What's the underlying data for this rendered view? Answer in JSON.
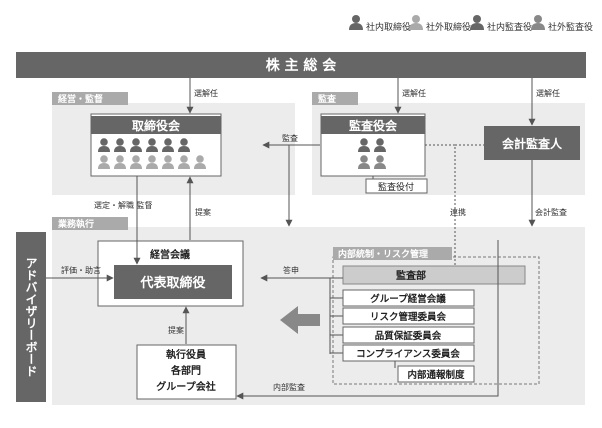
{
  "legend": [
    {
      "label": "社内取締役",
      "color": "#666666"
    },
    {
      "label": "社外取締役",
      "color": "#aaaaaa"
    },
    {
      "label": "社内監査役",
      "color": "#666666"
    },
    {
      "label": "社外監査役",
      "color": "#888888"
    }
  ],
  "shareholders_meeting": "株 主 総 会",
  "areas": {
    "management_supervision": "経営・監督",
    "audit": "監査",
    "execution": "業務執行",
    "internal_control": "内部統制・リスク管理"
  },
  "boxes": {
    "board": "取締役会",
    "auditors_board": "監査役会",
    "accounting_auditor": "会計監査人",
    "auditor_office": "監査役付",
    "management_meeting": "経営会議",
    "representative_director": "代表取締役",
    "advisory_board": "アドバイザリーボード",
    "exec_officers": [
      "執行役員",
      "各部門",
      "グループ会社"
    ],
    "audit_department": "監査部",
    "committees": [
      "グループ経営会議",
      "リスク管理委員会",
      "品質保証委員会",
      "コンプライアンス委員会"
    ],
    "whistleblowing": "内部通報制度"
  },
  "arrows": {
    "elect_dismiss_1": "選解任",
    "elect_dismiss_2": "選解任",
    "elect_dismiss_3": "選解任",
    "audit_board": "監査",
    "select_dismiss_supervise": "選定・解職 監督",
    "proposal_1": "提案",
    "proposal_2": "提案",
    "evaluation_advice": "評価・助言",
    "report": "答申",
    "cooperation": "連携",
    "accounting_audit": "会計監査",
    "internal_audit": "内部監査"
  },
  "colors": {
    "dark_box": "#666666",
    "area_bg": "#ececec",
    "tab_bg": "#aaaaaa",
    "line": "#555555"
  }
}
